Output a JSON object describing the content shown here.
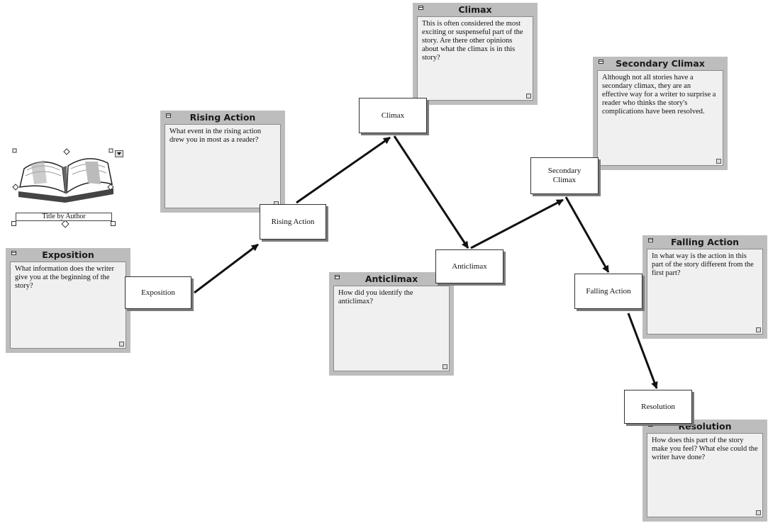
{
  "book": {
    "title_field": "Title by Author"
  },
  "nodes": {
    "exposition": "Exposition",
    "rising_action": "Rising Action",
    "climax": "Climax",
    "anticlimax": "Anticlimax",
    "secondary_climax": "Secondary Climax",
    "falling_action": "Falling Action",
    "resolution": "Resolution"
  },
  "notes": {
    "exposition": {
      "title": "Exposition",
      "text": "What information does the writer give you at the beginning of the story?"
    },
    "rising_action": {
      "title": "Rising Action",
      "text": "What event in the rising action drew you in most as a reader?"
    },
    "climax": {
      "title": "Climax",
      "text": "This is often considered the most exciting or suspenseful part of the story. Are there other opinions about what the climax is in this story?"
    },
    "anticlimax": {
      "title": "Anticlimax",
      "text": "How did you identify the anticlimax?"
    },
    "secondary_climax": {
      "title": "Secondary Climax",
      "text": "Although not all stories have a secondary climax, they are an effective way for a writer to surprise a reader who thinks the story's complications have been resolved."
    },
    "falling_action": {
      "title": "Falling Action",
      "text": "In what way is the action in this part of the story different from the first part?"
    },
    "resolution": {
      "title": "Resolution",
      "text": "How does this part of the story make you feel? What else could the writer have done?"
    }
  },
  "icons": {
    "book": "open-book-icon",
    "note_menu": "note-menu-icon",
    "resize": "resize-grip-icon"
  }
}
